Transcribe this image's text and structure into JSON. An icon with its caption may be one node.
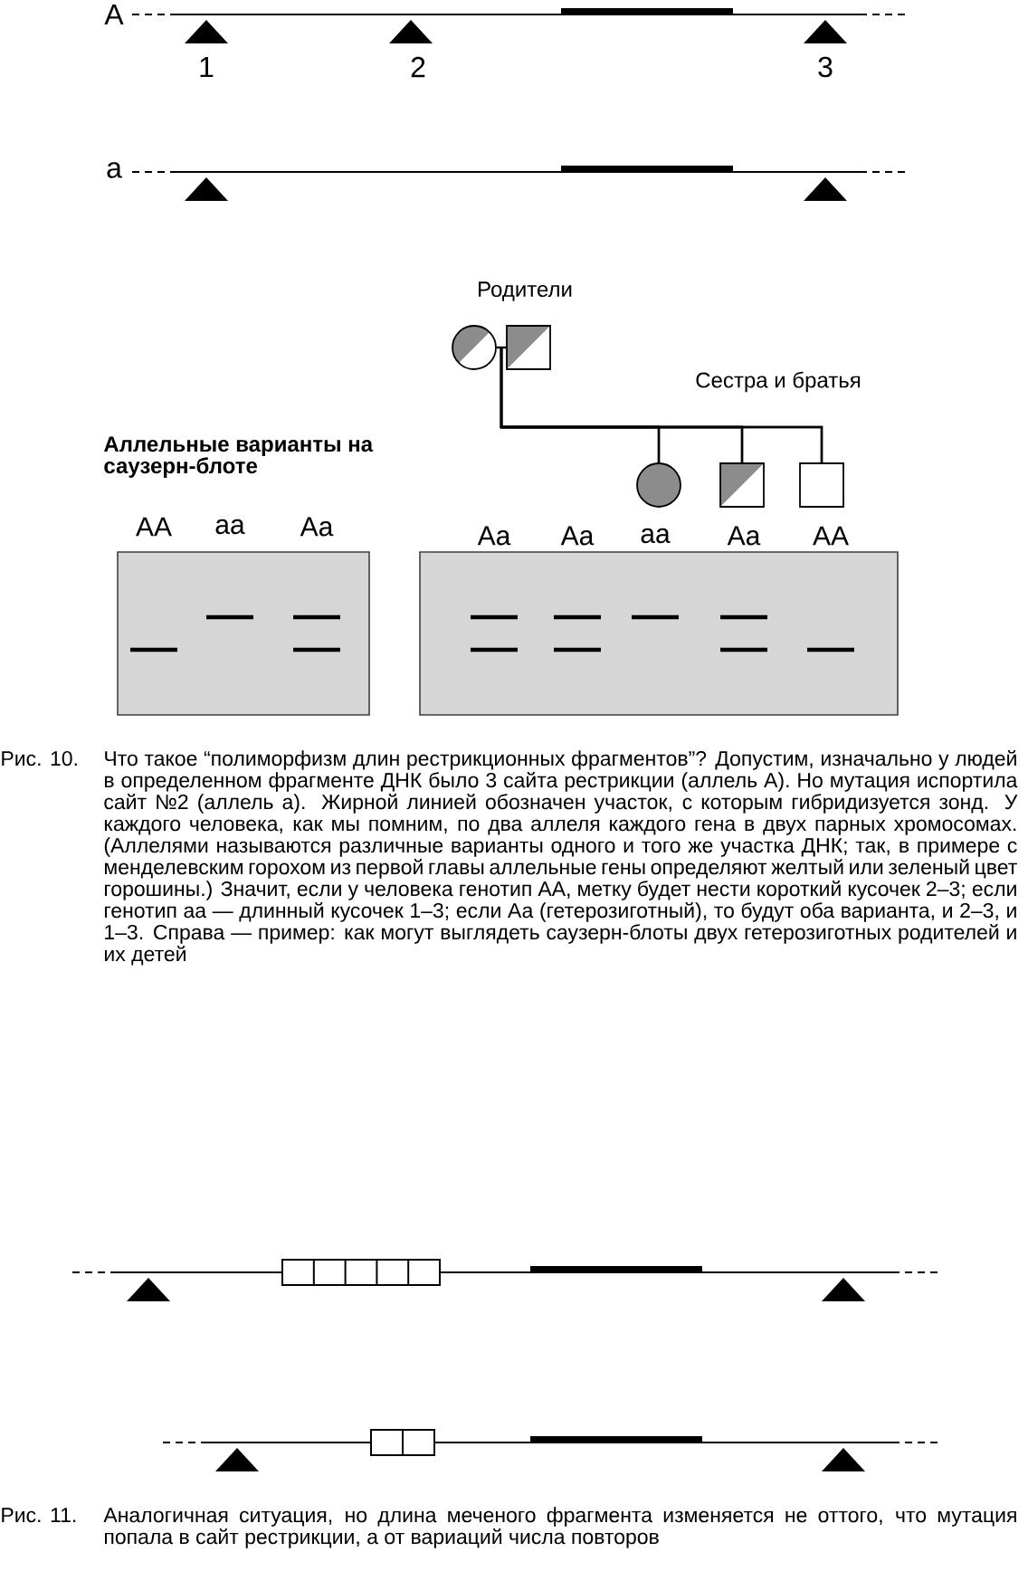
{
  "diagram": {
    "nodes": [
      {
        "text": [],
        "shape": "circle"
      },
      {
        "text": [],
        "shape": "box"
      },
      {
        "text": [],
        "shape": "circle"
      },
      {
        "text": [],
        "shape": "box"
      },
      {
        "text": [],
        "shape": "box"
      }
    ],
    "edges": [
      {
        "from": 0,
        "to": 1,
        "arrow": "none"
      },
      {
        "from": 0,
        "to": 2,
        "arrow": "none"
      },
      {
        "from": 0,
        "to": 3,
        "arrow": "none"
      },
      {
        "from": 0,
        "to": 4,
        "arrow": "none"
      },
      {
        "from": 1,
        "to": 2,
        "arrow": "none"
      },
      {
        "from": 1,
        "to": 3,
        "arrow": "none"
      },
      {
        "from": 1,
        "to": 4,
        "arrow": "none"
      }
    ],
    "labels": [
      "A",
      "1",
      "2",
      "3",
      "a",
      "Родители",
      "Сестра и братья",
      "Аллельные варианты на саузерн-блоте",
      "AA",
      "aa",
      "Aa",
      "Aa",
      "Aa",
      "aa",
      "Aa",
      "AA",
      "Рис. 10.",
      "Что такое “полиморфизм длин рестрикционных фрагментов”? Допустим, изначально у людей в определенном фрагменте ДНК было 3 сайта рестрикции (аллель А). Но мутация испортила сайт №2 (аллель а). Жирной линией обозначен участок, с которым гибридизуется зонд. У каждого человека, как мы помним, по два аллеля каждого гена в двух парных хромосомах. (Аллелями называются различные варианты одного и того же участка ДНК; так, в примере с менделевским горохом из первой главы аллельные гены определяют желтый или зеленый цвет горошины.) Значит, если у человека генотип АА, метку будет нести короткий кусочек 2–3; если генотип аа — длинный кусочек 1–3; если Аа (гетерозиготный), то будут оба варианта, и 2–3, и 1–3. Справа — пример: как могут выглядеть саузерн-блоты двух гетерозиготных родителей и их детей",
      "Рис. 11.",
      "Аналогичная ситуация, но длина меченого фрагмента изменяется не оттого, что мутация попала в сайт рестрикции, а от вариаций числа повторов"
    ]
  }
}
